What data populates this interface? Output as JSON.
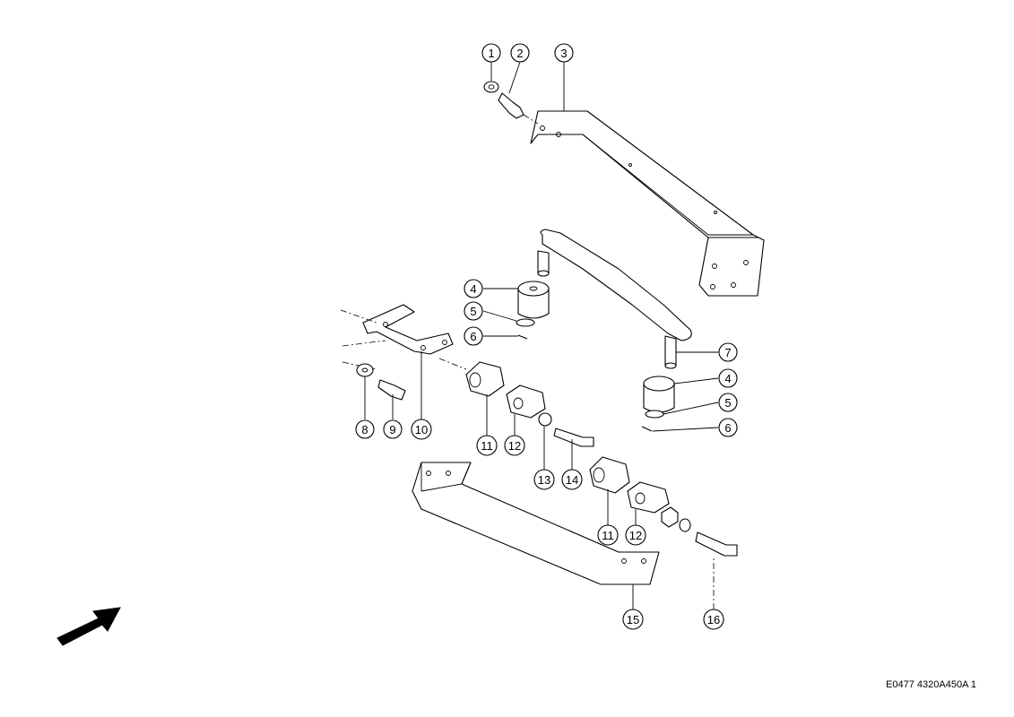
{
  "reference": "E0477 4320A450A 1",
  "callouts": [
    "1",
    "2",
    "3",
    "4",
    "5",
    "6",
    "7",
    "4",
    "5",
    "6",
    "8",
    "9",
    "10",
    "11",
    "12",
    "13",
    "14",
    "11",
    "12",
    "15",
    "16"
  ]
}
